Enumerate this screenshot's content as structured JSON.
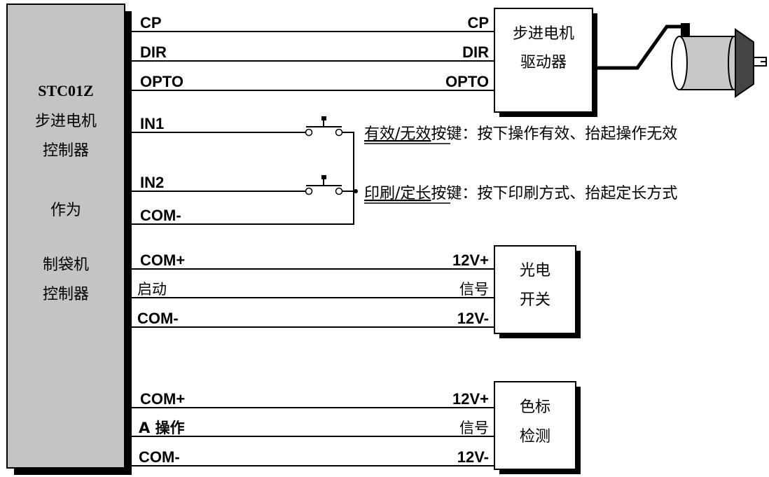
{
  "controller": {
    "title": "STC01Z",
    "line1": "步进电机",
    "line2": "控制器",
    "line3": "作为",
    "line4": "制袋机",
    "line5": "控制器"
  },
  "groups": {
    "stepper": {
      "left": [
        "CP",
        "DIR",
        "OPTO"
      ],
      "right": [
        "CP",
        "DIR",
        "OPTO"
      ],
      "box_line1": "步进电机",
      "box_line2": "驱动器"
    },
    "inputs": {
      "in1": "IN1",
      "in2": "IN2",
      "com": "COM-",
      "note1_underlined": "有效/无效",
      "note1_rest": "按键：按下操作有效、抬起操作无效",
      "note2_underlined": "印刷/定长",
      "note2_rest": "按键：按下印刷方式、抬起定长方式"
    },
    "photo": {
      "left": [
        "COM+",
        "启动",
        "COM-"
      ],
      "right": [
        "12V+",
        "信号",
        "12V-"
      ],
      "box_line1": "光电",
      "box_line2": "开关"
    },
    "color": {
      "left": [
        "COM+",
        "A 操作",
        "COM-"
      ],
      "right": [
        "12V+",
        "信号",
        "12V-"
      ],
      "box_line1": "色标",
      "box_line2": "检测"
    }
  }
}
